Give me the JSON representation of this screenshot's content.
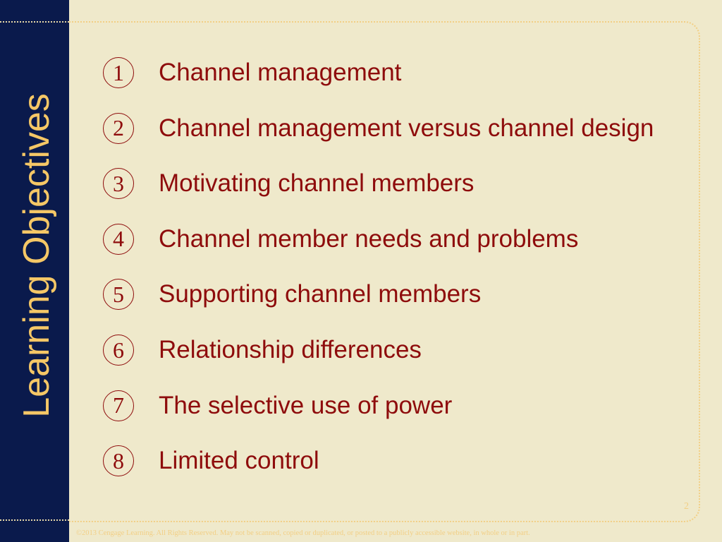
{
  "slide": {
    "title": "Learning Objectives",
    "items": [
      {
        "number": "1",
        "label": "Channel management"
      },
      {
        "number": "2",
        "label": "Channel management versus channel design"
      },
      {
        "number": "3",
        "label": "Motivating channel members"
      },
      {
        "number": "4",
        "label": "Channel member needs and problems"
      },
      {
        "number": "5",
        "label": "Supporting channel members"
      },
      {
        "number": "6",
        "label": "Relationship differences"
      },
      {
        "number": "7",
        "label": "The selective use of power"
      },
      {
        "number": "8",
        "label": "Limited control"
      }
    ],
    "page_number": "2",
    "footer": "©2013 Cengage Learning. All Rights Reserved. May not be scanned, copied or duplicated, or posted to a publicly accessible website, in whole or in part."
  },
  "colors": {
    "sidebar": "#0A1A4C",
    "background": "#EFE9CB",
    "text": "#8E0C0C",
    "accent": "#F5C766"
  }
}
